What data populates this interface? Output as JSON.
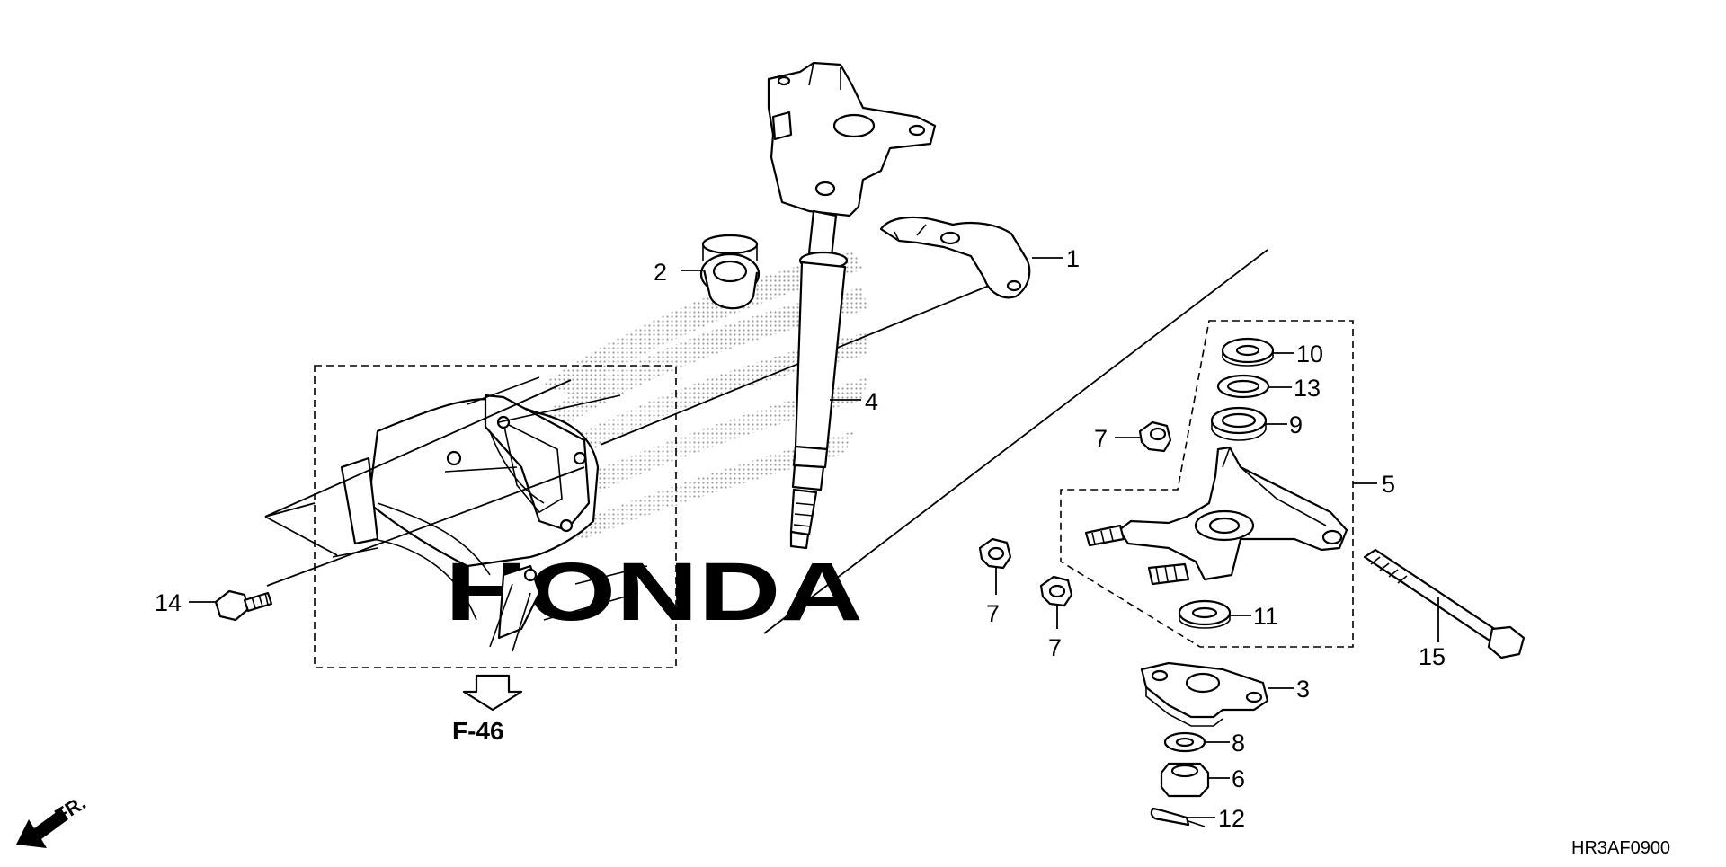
{
  "diagram": {
    "callouts": [
      {
        "id": "1",
        "label": "1"
      },
      {
        "id": "2",
        "label": "2"
      },
      {
        "id": "3",
        "label": "3"
      },
      {
        "id": "4",
        "label": "4"
      },
      {
        "id": "5",
        "label": "5"
      },
      {
        "id": "6",
        "label": "6"
      },
      {
        "id": "7a",
        "label": "7"
      },
      {
        "id": "7b",
        "label": "7"
      },
      {
        "id": "7c",
        "label": "7"
      },
      {
        "id": "8",
        "label": "8"
      },
      {
        "id": "9",
        "label": "9"
      },
      {
        "id": "10",
        "label": "10"
      },
      {
        "id": "11",
        "label": "11"
      },
      {
        "id": "12",
        "label": "12"
      },
      {
        "id": "13",
        "label": "13"
      },
      {
        "id": "14",
        "label": "14"
      },
      {
        "id": "15",
        "label": "15"
      }
    ],
    "section_ref": "F-46",
    "front_marker": "FR.",
    "diagram_code": "HR3AF0900",
    "watermark": "HONDA"
  }
}
